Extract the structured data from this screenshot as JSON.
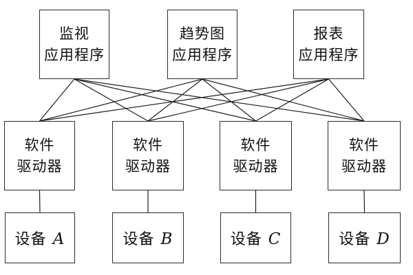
{
  "diagram": {
    "title": "scada-software-architecture",
    "background_color": "#ffffff",
    "line_color": "#1c1c1c",
    "border_color": "#2a2a2a",
    "nodes": {
      "app1": {
        "label": "监视\n应用程序"
      },
      "app2": {
        "label": "趋势图\n应用程序"
      },
      "app3": {
        "label": "报表\n应用程序"
      },
      "drv1": {
        "label": "软件\n驱动器"
      },
      "drv2": {
        "label": "软件\n驱动器"
      },
      "drv3": {
        "label": "软件\n驱动器"
      },
      "drv4": {
        "label": "软件\n驱动器"
      },
      "dev1": {
        "cjk": "设备",
        "letter": "A"
      },
      "dev2": {
        "cjk": "设备",
        "letter": "B"
      },
      "dev3": {
        "cjk": "设备",
        "letter": "C"
      },
      "dev4": {
        "cjk": "设备",
        "letter": "D"
      }
    },
    "edges": [
      {
        "from": "app1",
        "to": "drv1"
      },
      {
        "from": "app1",
        "to": "drv2"
      },
      {
        "from": "app1",
        "to": "drv3"
      },
      {
        "from": "app1",
        "to": "drv4"
      },
      {
        "from": "app2",
        "to": "drv1"
      },
      {
        "from": "app2",
        "to": "drv2"
      },
      {
        "from": "app2",
        "to": "drv3"
      },
      {
        "from": "app2",
        "to": "drv4"
      },
      {
        "from": "app3",
        "to": "drv1"
      },
      {
        "from": "app3",
        "to": "drv2"
      },
      {
        "from": "app3",
        "to": "drv3"
      },
      {
        "from": "app3",
        "to": "drv4"
      },
      {
        "from": "drv1",
        "to": "dev1"
      },
      {
        "from": "drv2",
        "to": "dev2"
      },
      {
        "from": "drv3",
        "to": "dev3"
      },
      {
        "from": "drv4",
        "to": "dev4"
      }
    ]
  }
}
